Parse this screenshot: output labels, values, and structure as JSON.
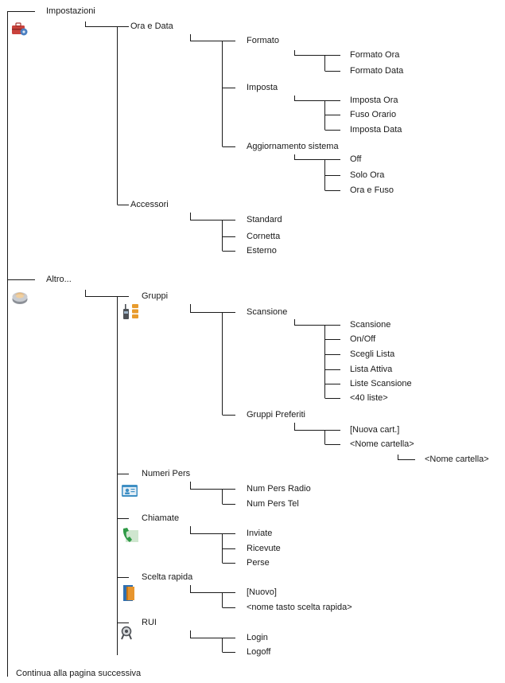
{
  "menu": {
    "impostazioni": "Impostazioni",
    "ora_e_data": "Ora e Data",
    "formato": "Formato",
    "formato_ora": "Formato Ora",
    "formato_data": "Formato Data",
    "imposta": "Imposta",
    "imposta_ora": "Imposta Ora",
    "fuso_orario": "Fuso Orario",
    "imposta_data": "Imposta Data",
    "aggiornamento_sistema": "Aggiornamento sistema",
    "off": "Off",
    "solo_ora": "Solo Ora",
    "ora_e_fuso": "Ora e Fuso",
    "accessori": "Accessori",
    "standard": "Standard",
    "cornetta": "Cornetta",
    "esterno": "Esterno",
    "altro": "Altro...",
    "gruppi": "Gruppi",
    "scansione": "Scansione",
    "scansione_item": "Scansione",
    "on_off": "On/Off",
    "scegli_lista": "Scegli Lista",
    "lista_attiva": "Lista Attiva",
    "liste_scansione": "Liste Scansione",
    "liste_40": "<40 liste>",
    "gruppi_preferiti": "Gruppi Preferiti",
    "nuova_cart": "[Nuova cart.]",
    "nome_cartella": "<Nome cartella>",
    "nome_cartella_sub": "<Nome cartella>",
    "numeri_pers": "Numeri Pers",
    "num_pers_radio": "Num Pers Radio",
    "num_pers_tel": "Num Pers Tel",
    "chiamate": "Chiamate",
    "inviate": "Inviate",
    "ricevute": "Ricevute",
    "perse": "Perse",
    "scelta_rapida": "Scelta rapida",
    "nuovo": "[Nuovo]",
    "nome_tasto": "<nome tasto scelta rapida>",
    "rui": "RUI",
    "login": "Login",
    "logoff": "Logoff"
  },
  "footer": "Continua alla pagina successiva",
  "icons": {
    "settings": "settings-icon",
    "more": "more-icon",
    "groups": "radio-groups-icon",
    "contacts": "contacts-icon",
    "calls": "calls-icon",
    "speed_dial": "speed-dial-icon",
    "rui": "rui-icon"
  },
  "colors": {
    "line": "#1a1a1a",
    "text": "#1a1a1a"
  }
}
